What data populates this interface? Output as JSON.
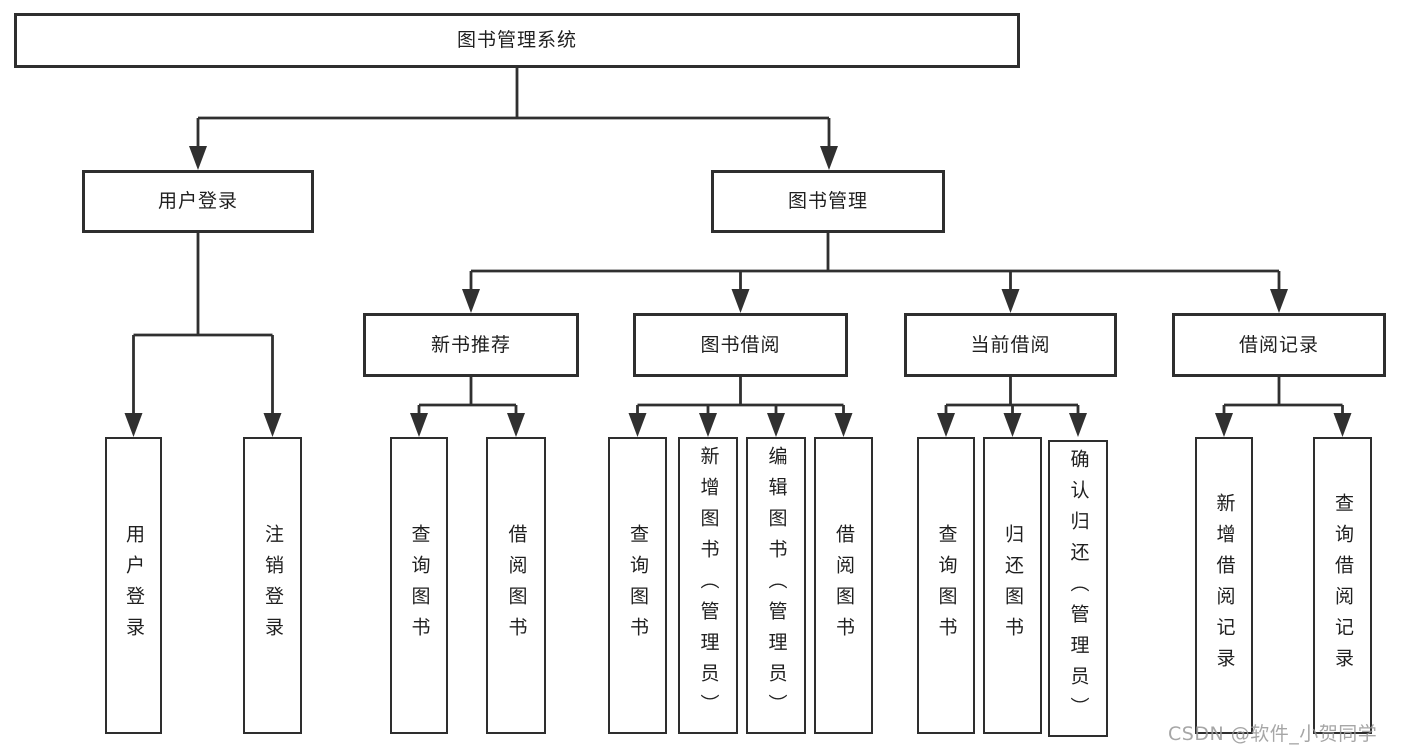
{
  "tree": {
    "label": "图书管理系统",
    "children": [
      {
        "label": "用户登录",
        "children": [
          {
            "label": "用户登录"
          },
          {
            "label": "注销登录"
          }
        ]
      },
      {
        "label": "图书管理",
        "children": [
          {
            "label": "新书推荐",
            "children": [
              {
                "label": "查询图书"
              },
              {
                "label": "借阅图书"
              }
            ]
          },
          {
            "label": "图书借阅",
            "children": [
              {
                "label": "查询图书"
              },
              {
                "label": "新增图书（管理员）"
              },
              {
                "label": "编辑图书（管理员）"
              },
              {
                "label": "借阅图书"
              }
            ]
          },
          {
            "label": "当前借阅",
            "children": [
              {
                "label": "查询图书"
              },
              {
                "label": "归还图书"
              },
              {
                "label": "确认归还（管理员）"
              }
            ]
          },
          {
            "label": "借阅记录",
            "children": [
              {
                "label": "新增借阅记录"
              },
              {
                "label": "查询借阅记录"
              }
            ]
          }
        ]
      }
    ]
  },
  "watermark": "CSDN @软件_小贺同学",
  "colors": {
    "line": "#303030",
    "box_border": "#2e2e2e",
    "text": "#1f1f1f",
    "watermark": "#969696",
    "background": "#ffffff"
  }
}
